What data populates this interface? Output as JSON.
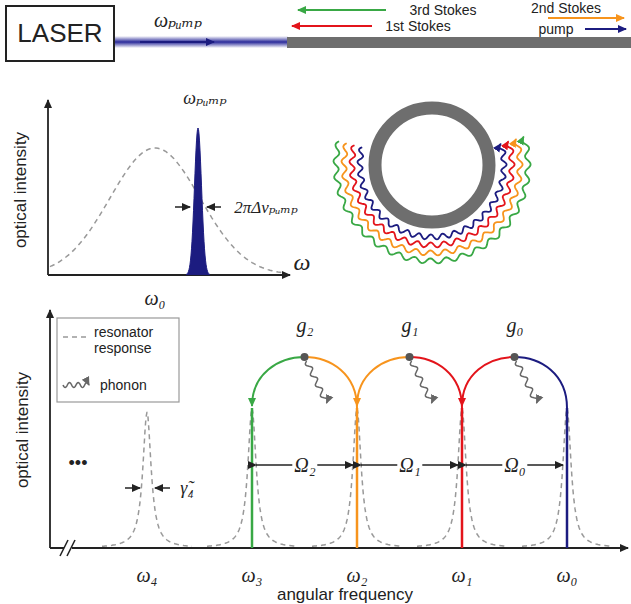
{
  "diagram": {
    "nodes": [
      {
        "text": [
          "LASER"
        ]
      }
    ],
    "labels": [
      "ωₚᵤₘₚ",
      "3rd Stokes",
      "1st Stokes",
      "2nd Stokes",
      "pump",
      "ωₚᵤₘₚ",
      "optical intensity",
      "2πΔνₚᵤₘₚ",
      "ω",
      "ω₀",
      "optical intensity",
      "g₂",
      "g₁",
      "g₀",
      "Ω₂",
      "Ω₁",
      "Ω₀",
      "•••",
      "γ̃₄",
      "ω₄",
      "ω₃",
      "ω₂",
      "ω₁",
      "ω₀",
      "angular frequency"
    ],
    "legend": [
      {
        "text": "resonator response"
      },
      {
        "text": "phonon"
      }
    ]
  }
}
